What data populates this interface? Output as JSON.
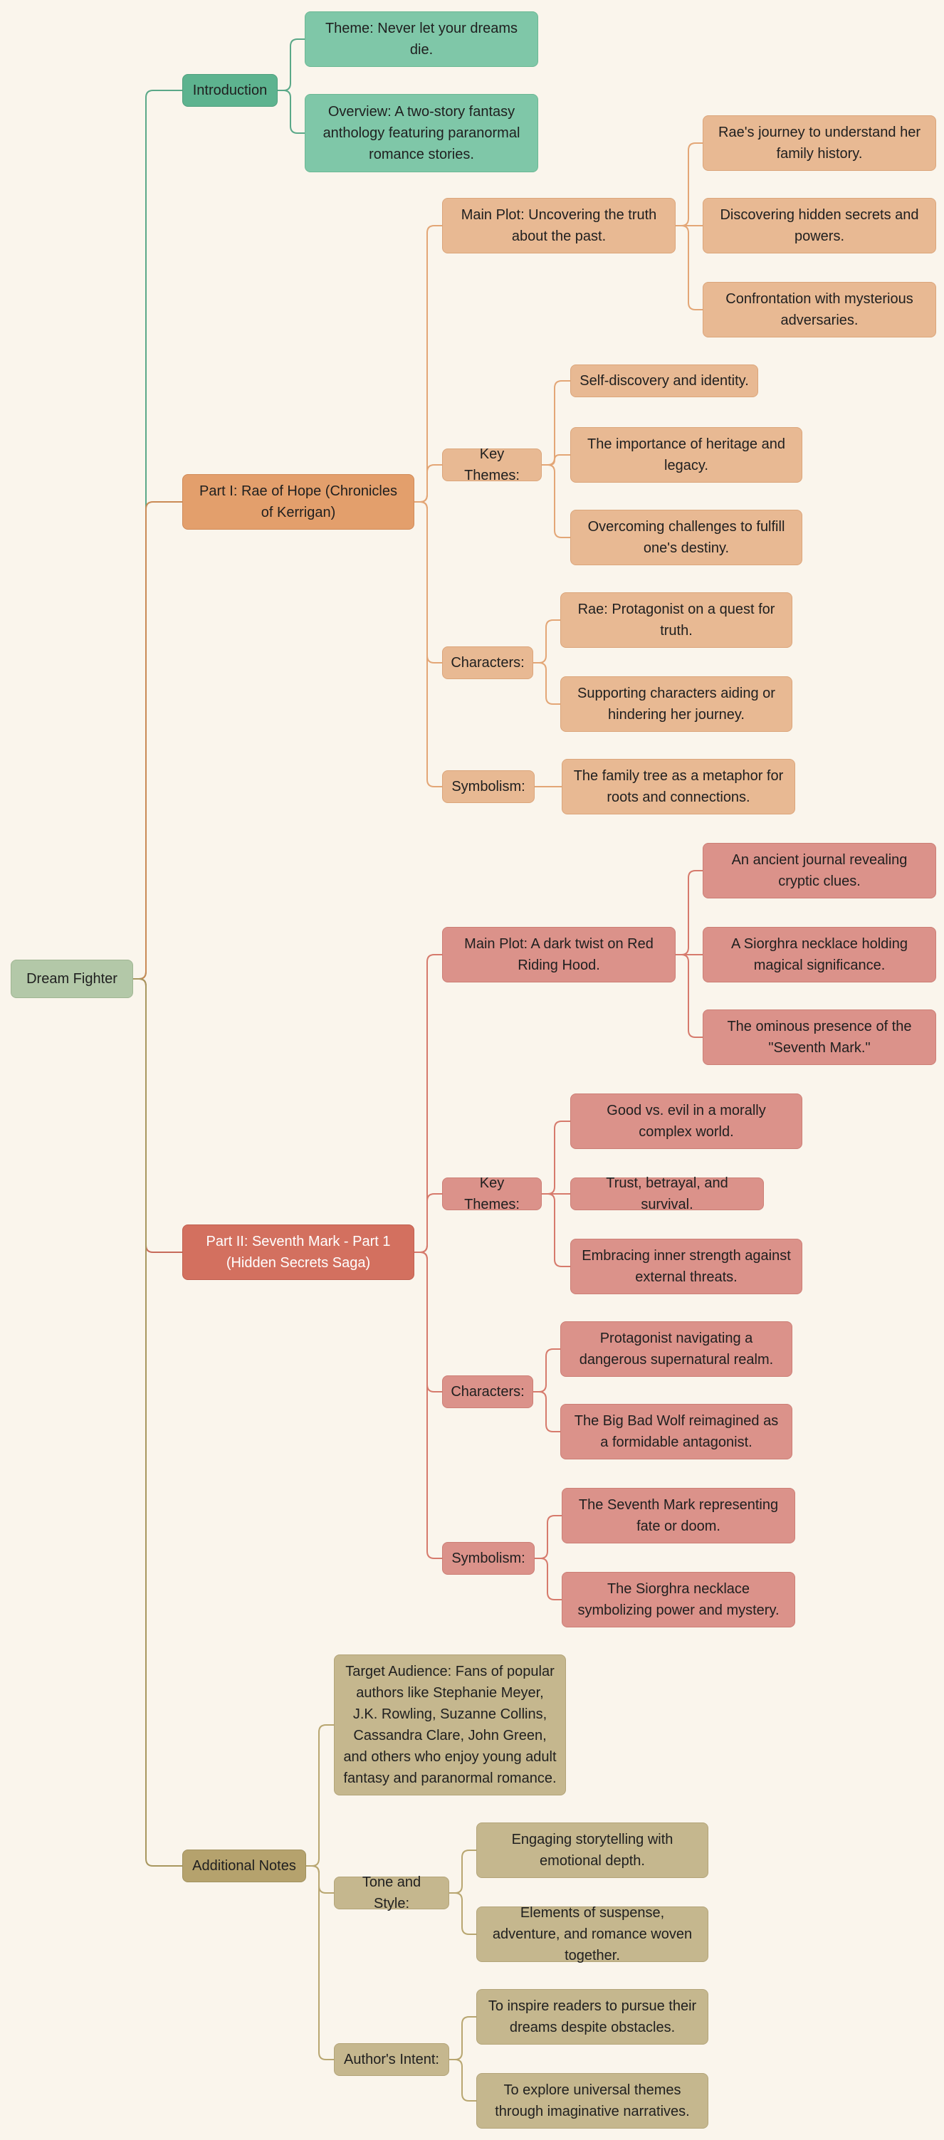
{
  "root": "Dream Fighter",
  "introduction": {
    "label": "Introduction",
    "theme": "Theme: Never let your dreams die.",
    "overview": "Overview: A two-story fantasy anthology featuring paranormal romance stories."
  },
  "part1": {
    "label": "Part I: Rae of Hope (Chronicles of Kerrigan)",
    "main_plot": {
      "label": "Main Plot: Uncovering the truth about the past.",
      "items": [
        "Rae's journey to understand her family history.",
        "Discovering hidden secrets and powers.",
        "Confrontation with mysterious adversaries."
      ]
    },
    "key_themes": {
      "label": "Key Themes:",
      "items": [
        "Self-discovery and identity.",
        "The importance of heritage and legacy.",
        "Overcoming challenges to fulfill one's destiny."
      ]
    },
    "characters": {
      "label": "Characters:",
      "items": [
        "Rae: Protagonist on a quest for truth.",
        "Supporting characters aiding or hindering her journey."
      ]
    },
    "symbolism": {
      "label": "Symbolism:",
      "items": [
        "The family tree as a metaphor for roots and connections."
      ]
    }
  },
  "part2": {
    "label": "Part II: Seventh Mark - Part 1 (Hidden Secrets Saga)",
    "main_plot": {
      "label": "Main Plot: A dark twist on Red Riding Hood.",
      "items": [
        "An ancient journal revealing cryptic clues.",
        "A Siorghra necklace holding magical significance.",
        "The ominous presence of the \"Seventh Mark.\""
      ]
    },
    "key_themes": {
      "label": "Key Themes:",
      "items": [
        "Good vs. evil in a morally complex world.",
        "Trust, betrayal, and survival.",
        "Embracing inner strength against external threats."
      ]
    },
    "characters": {
      "label": "Characters:",
      "items": [
        "Protagonist navigating a dangerous supernatural realm.",
        "The Big Bad Wolf reimagined as a formidable antagonist."
      ]
    },
    "symbolism": {
      "label": "Symbolism:",
      "items": [
        "The Seventh Mark representing fate or doom.",
        "The Siorghra necklace symbolizing power and mystery."
      ]
    }
  },
  "additional_notes": {
    "label": "Additional Notes",
    "target_audience": "Target Audience: Fans of popular authors like Stephanie Meyer, J.K. Rowling, Suzanne Collins, Cassandra Clare, John Green, and others who enjoy young adult fantasy and paranormal romance.",
    "tone_style": {
      "label": "Tone and Style:",
      "items": [
        "Engaging storytelling with emotional depth.",
        "Elements of suspense, adventure, and romance woven together."
      ]
    },
    "authors_intent": {
      "label": "Author's Intent:",
      "items": [
        "To inspire readers to pursue their dreams despite obstacles.",
        "To explore universal themes through imaginative narratives."
      ]
    }
  },
  "colors": {
    "root": "#b3c8a8",
    "introduction": "#5db38f",
    "part1": "#e39f6c",
    "part2": "#d3705f",
    "additional_notes": "#b5a26d",
    "background": "#faf5ec"
  }
}
